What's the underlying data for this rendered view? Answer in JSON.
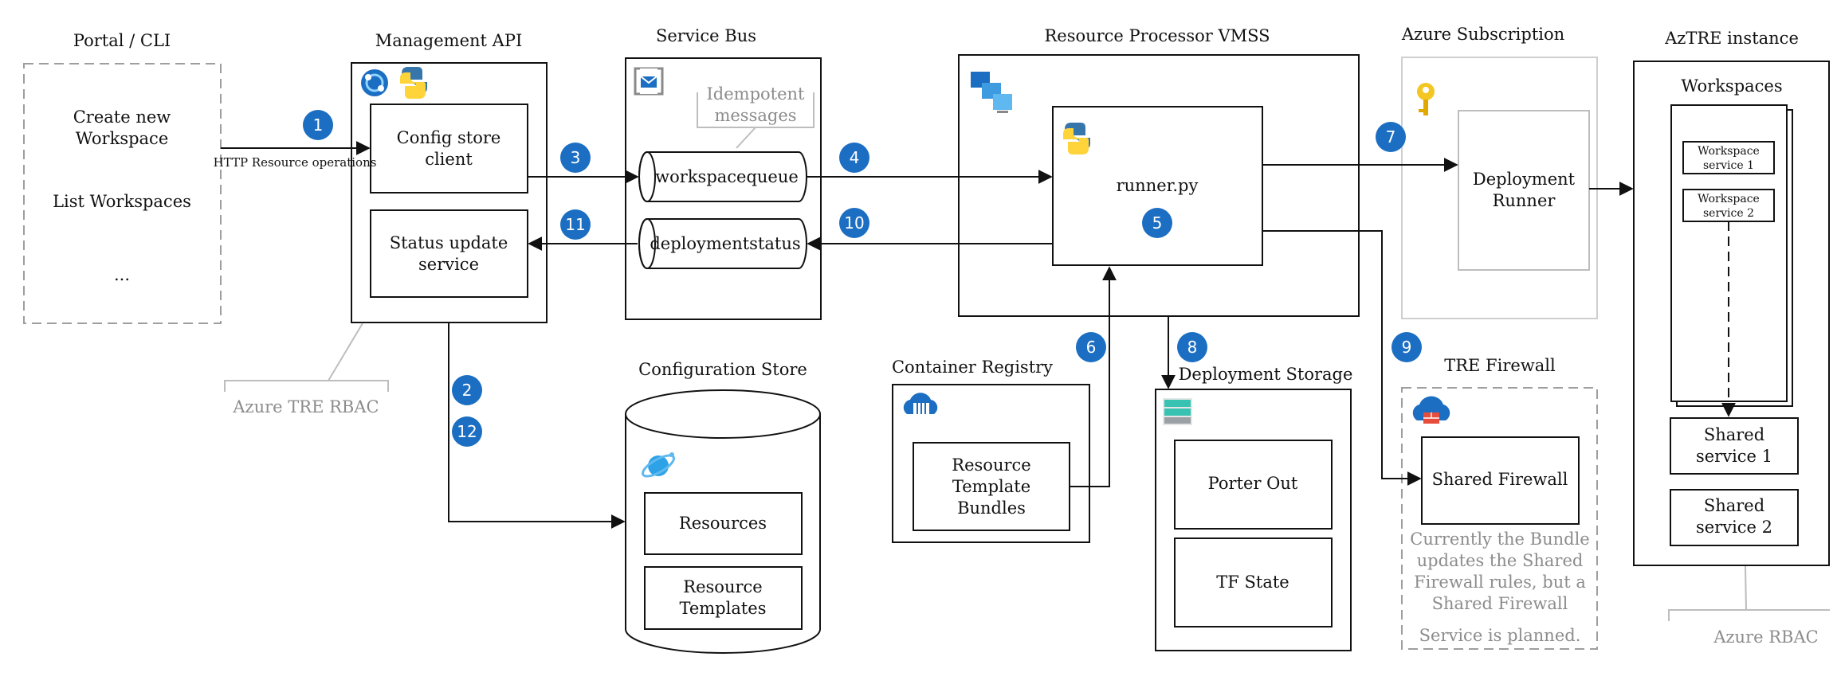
{
  "colors": {
    "badge": "#1b6ec2",
    "line": "#111111",
    "gray": "#9e9e9e",
    "grayText": "#8c8c8c",
    "key": "#f3c623"
  },
  "portal": {
    "title": "Portal / CLI",
    "item1a": "Create new",
    "item1b": "Workspace",
    "item2": "List Workspaces",
    "item3": "..."
  },
  "api": {
    "title": "Management API",
    "config_a": "Config store",
    "config_b": "client",
    "status_a": "Status update",
    "status_b": "service",
    "icons": [
      "app-service-icon",
      "python-icon"
    ]
  },
  "http_label": "HTTP Resource operations",
  "rbac_left": "Azure TRE RBAC",
  "bus": {
    "title": "Service Bus",
    "idem_a": "Idempotent",
    "idem_b": "messages",
    "queue1": "workspacequeue",
    "queue2": "deploymentstatus",
    "icon": "service-bus-icon"
  },
  "config_store": {
    "title": "Configuration Store",
    "item1": "Resources",
    "item2a": "Resource",
    "item2b": "Templates",
    "icon": "cosmos-db-icon"
  },
  "processor": {
    "title": "Resource Processor VMSS",
    "runner": "runner.py",
    "icons": [
      "vmss-icon",
      "python-icon"
    ]
  },
  "registry": {
    "title": "Container Registry",
    "bundle_a": "Resource",
    "bundle_b": "Template",
    "bundle_c": "Bundles",
    "icon": "container-registry-icon"
  },
  "storage": {
    "title": "Deployment Storage",
    "item1": "Porter Out",
    "item2": "TF State",
    "icon": "storage-icon"
  },
  "subscription": {
    "title": "Azure Subscription",
    "runner_a": "Deployment",
    "runner_b": "Runner",
    "icon": "key-icon"
  },
  "firewall": {
    "title": "TRE Firewall",
    "shared": "Shared Firewall",
    "note1": "Currently the Bundle",
    "note2": "updates the Shared",
    "note3": "Firewall rules, but a",
    "note4": "Shared Firewall",
    "note5": "Service is planned.",
    "icon": "firewall-icon"
  },
  "aztre": {
    "title": "AzTRE instance",
    "workspaces": "Workspaces",
    "ws1a": "Workspace",
    "ws1b": "service 1",
    "ws2a": "Workspace",
    "ws2b": "service 2",
    "shared1a": "Shared",
    "shared1b": "service 1",
    "shared2a": "Shared",
    "shared2b": "service 2"
  },
  "rbac_right": "Azure RBAC",
  "steps": [
    "1",
    "2",
    "3",
    "4",
    "5",
    "6",
    "7",
    "8",
    "9",
    "10",
    "11",
    "12"
  ]
}
